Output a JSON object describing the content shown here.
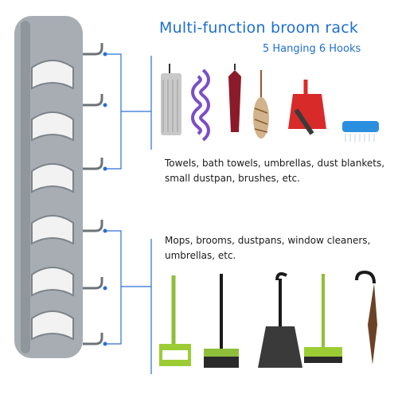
{
  "heading": {
    "title": "Multi-function broom rack",
    "subtitle": "5 Hanging 6 Hooks"
  },
  "captions": {
    "group1": "Towels, bath towels, umbrellas, dust blankets, small dustpan, brushes, etc.",
    "group2": "Mops, brooms, dustpans, window cleaners, umbrellas, etc."
  },
  "colors": {
    "accent": "#1f6fd0",
    "rack": "#9aa0a6",
    "connector": "#2a6fd6"
  },
  "items_top": [
    "towel",
    "bath-towel",
    "umbrella",
    "feather-duster",
    "dustpan-with-brush",
    "scrub-brush"
  ],
  "items_bottom": [
    "mop",
    "broom",
    "dustpan",
    "window-squeegee",
    "long-umbrella"
  ]
}
